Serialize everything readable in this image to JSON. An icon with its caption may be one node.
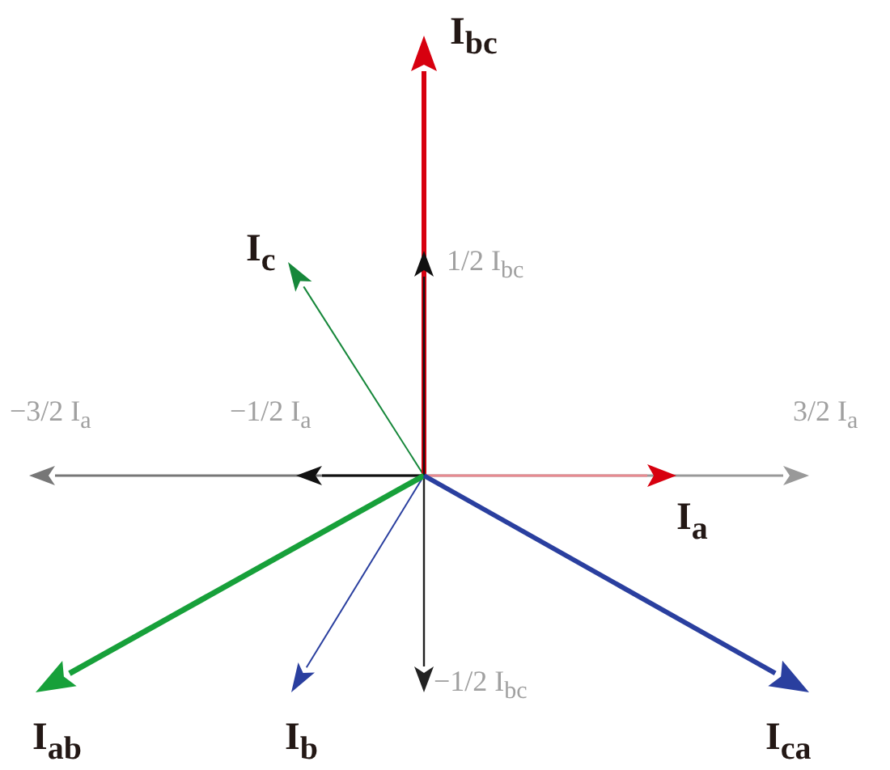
{
  "diagram": {
    "labels": [
      "I$_{bc}$",
      "I$_{c}$",
      "1/2 I$_{bc}$",
      "−3/2 I$_{a}$",
      "−1/2 I$_{a}$",
      "3/2 I$_{a}$",
      "I$_{a}$",
      "−1/2 I$_{bc}$",
      "I$_{ab}$",
      "I$_{b}$",
      "I$_{ca}$"
    ]
  }
}
